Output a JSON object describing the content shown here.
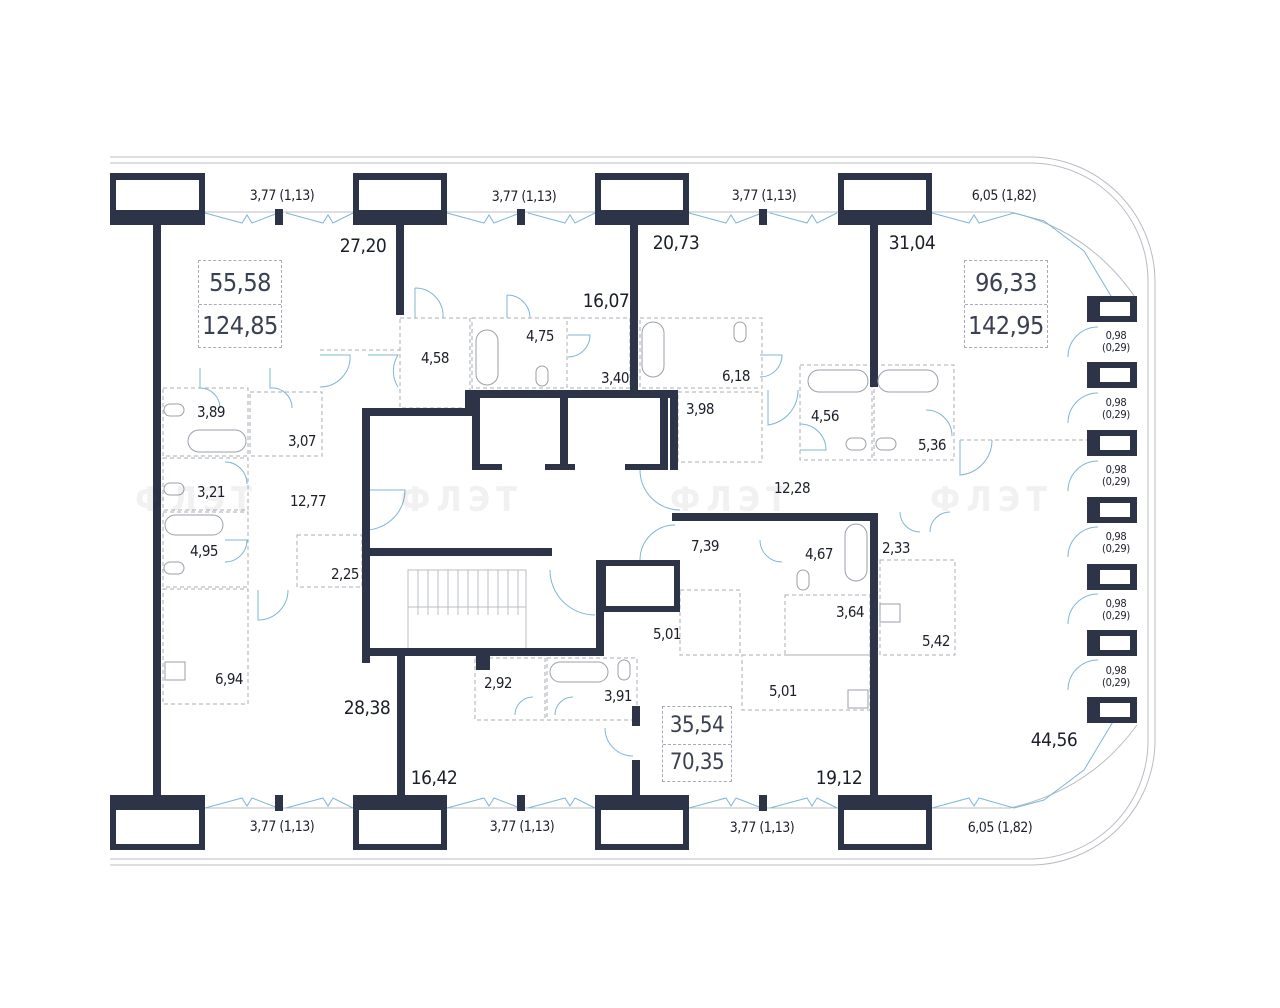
{
  "colors": {
    "wall": "#2d3447",
    "door": "#7fb6d6",
    "dashed": "#a9adb6"
  },
  "watermark": "ФЛЭТ",
  "apartments": [
    {
      "living": "55,58",
      "total": "124,85"
    },
    {
      "living": "96,33",
      "total": "142,95"
    },
    {
      "living": "35,54",
      "total": "70,35"
    }
  ],
  "balconies_top": [
    "3,77  (1,13)",
    "3,77  (1,13)",
    "3,77  (1,13)",
    "6,05  (1,82)"
  ],
  "balconies_bottom": [
    "3,77  (1,13)",
    "3,77  (1,13)",
    "3,77  (1,13)",
    "6,05  (1,82)"
  ],
  "side_balconies": [
    {
      "area": "0,98",
      "extra": "(0,29)"
    },
    {
      "area": "0,98",
      "extra": "(0,29)"
    },
    {
      "area": "0,98",
      "extra": "(0,29)"
    },
    {
      "area": "0,98",
      "extra": "(0,29)"
    },
    {
      "area": "0,98",
      "extra": "(0,29)"
    },
    {
      "area": "0,98",
      "extra": "(0,29)"
    }
  ],
  "rooms_large": [
    "27,20",
    "20,73",
    "31,04",
    "16,07",
    "28,38",
    "16,42",
    "19,12",
    "44,56"
  ],
  "rooms": [
    "4,58",
    "4,75",
    "3,40",
    "6,18",
    "3,89",
    "3,07",
    "3,98",
    "4,56",
    "5,36",
    "3,21",
    "12,77",
    "12,28",
    "4,95",
    "2,25",
    "7,39",
    "4,67",
    "2,33",
    "3,64",
    "5,01",
    "5,42",
    "6,94",
    "2,92",
    "3,91",
    "5,01"
  ]
}
